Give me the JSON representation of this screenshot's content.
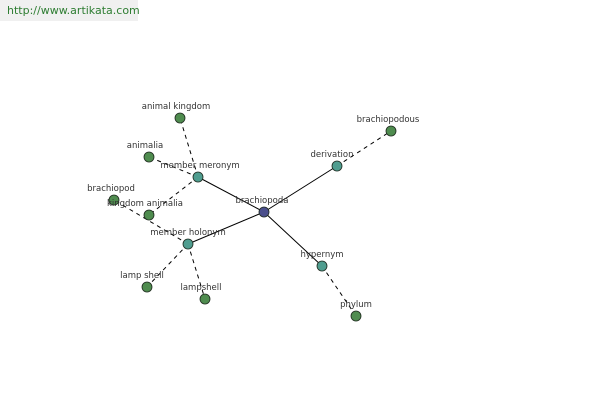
{
  "watermark": {
    "text": "http://www.artikata.com"
  },
  "graph": {
    "colors": {
      "root": "#4b4f8c",
      "relation": "#4f9d8f",
      "leaf": "#4f8c4f",
      "node_stroke": "#1f2a1f",
      "edge": "#000000",
      "label": "#333333"
    },
    "nodes": [
      {
        "id": "brachiopoda",
        "label": "brachiopoda",
        "kind": "root"
      },
      {
        "id": "member_meronym",
        "label": "member meronym",
        "kind": "relation"
      },
      {
        "id": "member_holonym",
        "label": "member holonym",
        "kind": "relation"
      },
      {
        "id": "derivation",
        "label": "derivation",
        "kind": "relation"
      },
      {
        "id": "hypernym",
        "label": "hypernym",
        "kind": "relation"
      },
      {
        "id": "animal_kingdom",
        "label": "animal kingdom",
        "kind": "leaf"
      },
      {
        "id": "animalia",
        "label": "animalia",
        "kind": "leaf"
      },
      {
        "id": "brachiopod",
        "label": "brachiopod",
        "kind": "leaf"
      },
      {
        "id": "kingdom_animalia",
        "label": "kingdom animalia",
        "kind": "leaf"
      },
      {
        "id": "brachiopodous",
        "label": "brachiopodous",
        "kind": "leaf"
      },
      {
        "id": "lamp_shell",
        "label": "lamp shell",
        "kind": "leaf"
      },
      {
        "id": "lampshell",
        "label": "lampshell",
        "kind": "leaf"
      },
      {
        "id": "phylum",
        "label": "phylum",
        "kind": "leaf"
      }
    ],
    "edges": [
      {
        "from": "brachiopoda",
        "to": "member_meronym",
        "style": "solid"
      },
      {
        "from": "brachiopoda",
        "to": "member_holonym",
        "style": "solid"
      },
      {
        "from": "brachiopoda",
        "to": "derivation",
        "style": "solid"
      },
      {
        "from": "brachiopoda",
        "to": "hypernym",
        "style": "solid"
      },
      {
        "from": "member_meronym",
        "to": "animal_kingdom",
        "style": "dashed"
      },
      {
        "from": "member_meronym",
        "to": "animalia",
        "style": "dashed"
      },
      {
        "from": "member_meronym",
        "to": "kingdom_animalia",
        "style": "dashed"
      },
      {
        "from": "member_holonym",
        "to": "brachiopod",
        "style": "dashed"
      },
      {
        "from": "member_holonym",
        "to": "lamp_shell",
        "style": "dashed"
      },
      {
        "from": "member_holonym",
        "to": "lampshell",
        "style": "dashed"
      },
      {
        "from": "derivation",
        "to": "brachiopodous",
        "style": "dashed"
      },
      {
        "from": "hypernym",
        "to": "phylum",
        "style": "dashed"
      }
    ]
  }
}
